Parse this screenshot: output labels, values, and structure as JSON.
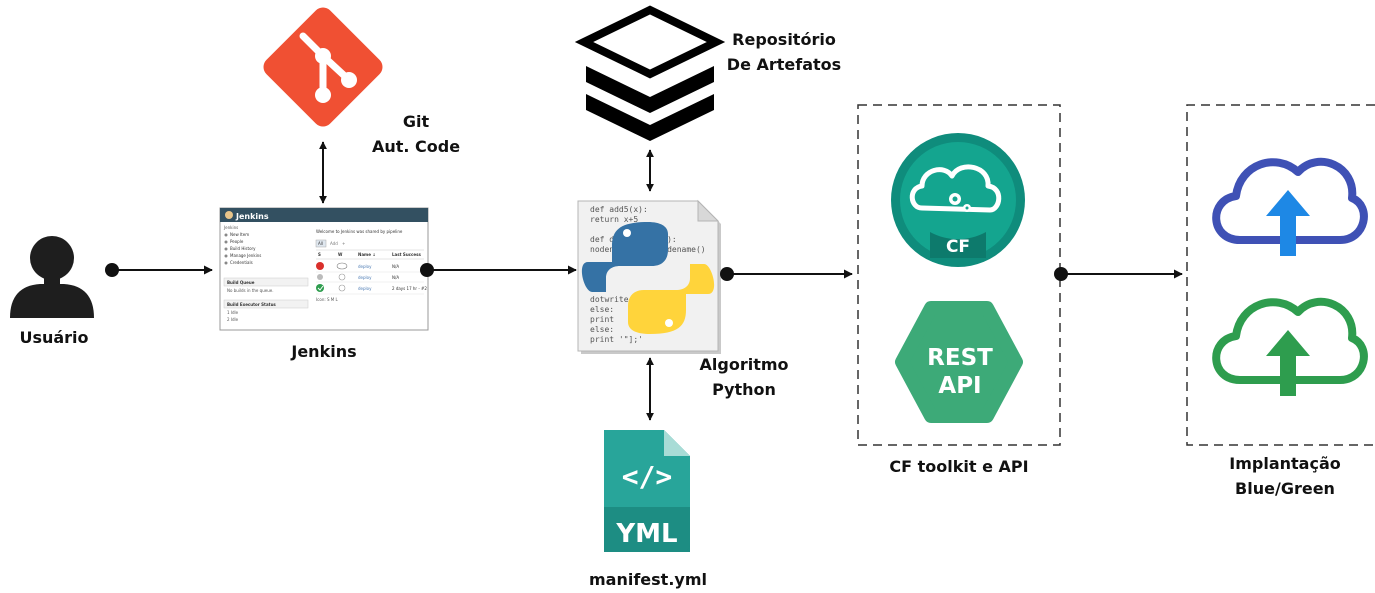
{
  "nodes": {
    "usuario": {
      "label": "Usuário"
    },
    "jenkins": {
      "label": "Jenkins",
      "screenshot": {
        "title": "Jenkins",
        "breadcrumb": "Jenkins",
        "sidebar": [
          "New Item",
          "People",
          "Build History",
          "Manage Jenkins",
          "Credentials"
        ],
        "build_queue": "Build Queue",
        "queue_empty": "No builds in the queue.",
        "executor_status": "Build Executor Status",
        "executors": [
          "1  Idle",
          "2  Idle"
        ],
        "welcome": "Welcome to Jenkins was shared by pipeline",
        "tabs": [
          "All",
          "Add",
          "+"
        ],
        "columns": [
          "S",
          "W",
          "Name ↓",
          "Last Success"
        ],
        "rows": [
          [
            "deploy",
            "N/A"
          ],
          [
            "deploy",
            "N/A"
          ],
          [
            "deploy",
            "2 days 17 hr - #2"
          ]
        ],
        "footer": "Icon: S M L"
      }
    },
    "git": {
      "line1": "Git",
      "line2": "Aut. Code"
    },
    "repositorio": {
      "line1": "Repositório",
      "line2": "De Artefatos"
    },
    "python": {
      "line1": "Algoritmo",
      "line2": "Python",
      "code_lines": [
        "def add5(x):",
        "    return x+5",
        "",
        "def dotwrite(ast):",
        "    nodename = getNodename()",
        "",
        "",
        "",
        "",
        "        dotwrite(ast[1])",
        "    else:",
        "        print",
        "else:",
        "    print '\"];'"
      ]
    },
    "manifest": {
      "label": "manifest.yml",
      "badge": "YML",
      "glyph": "</>"
    },
    "cf_group": {
      "label": "CF toolkit e API",
      "cf_badge": "CF",
      "rest_line1": "REST",
      "rest_line2": "API"
    },
    "implantacao": {
      "line1": "Implantação",
      "line2": "Blue/Green"
    }
  },
  "colors": {
    "git_orange": "#F05033",
    "cf_teal": "#0F8C7C",
    "rest_green": "#3DAA78",
    "cloud_blue": "#3F51B5",
    "cloud_green": "#2E9D4E",
    "yml_teal": "#28A59A",
    "python_blue": "#3572A5",
    "python_yellow": "#FFD43B",
    "jenkins_header": "#335061"
  },
  "icons": [
    "user-icon",
    "git-icon",
    "layers-icon",
    "python-icon",
    "yml-file-icon",
    "cf-icon",
    "rest-api-icon",
    "blue-cloud-upload-icon",
    "green-cloud-upload-icon"
  ]
}
